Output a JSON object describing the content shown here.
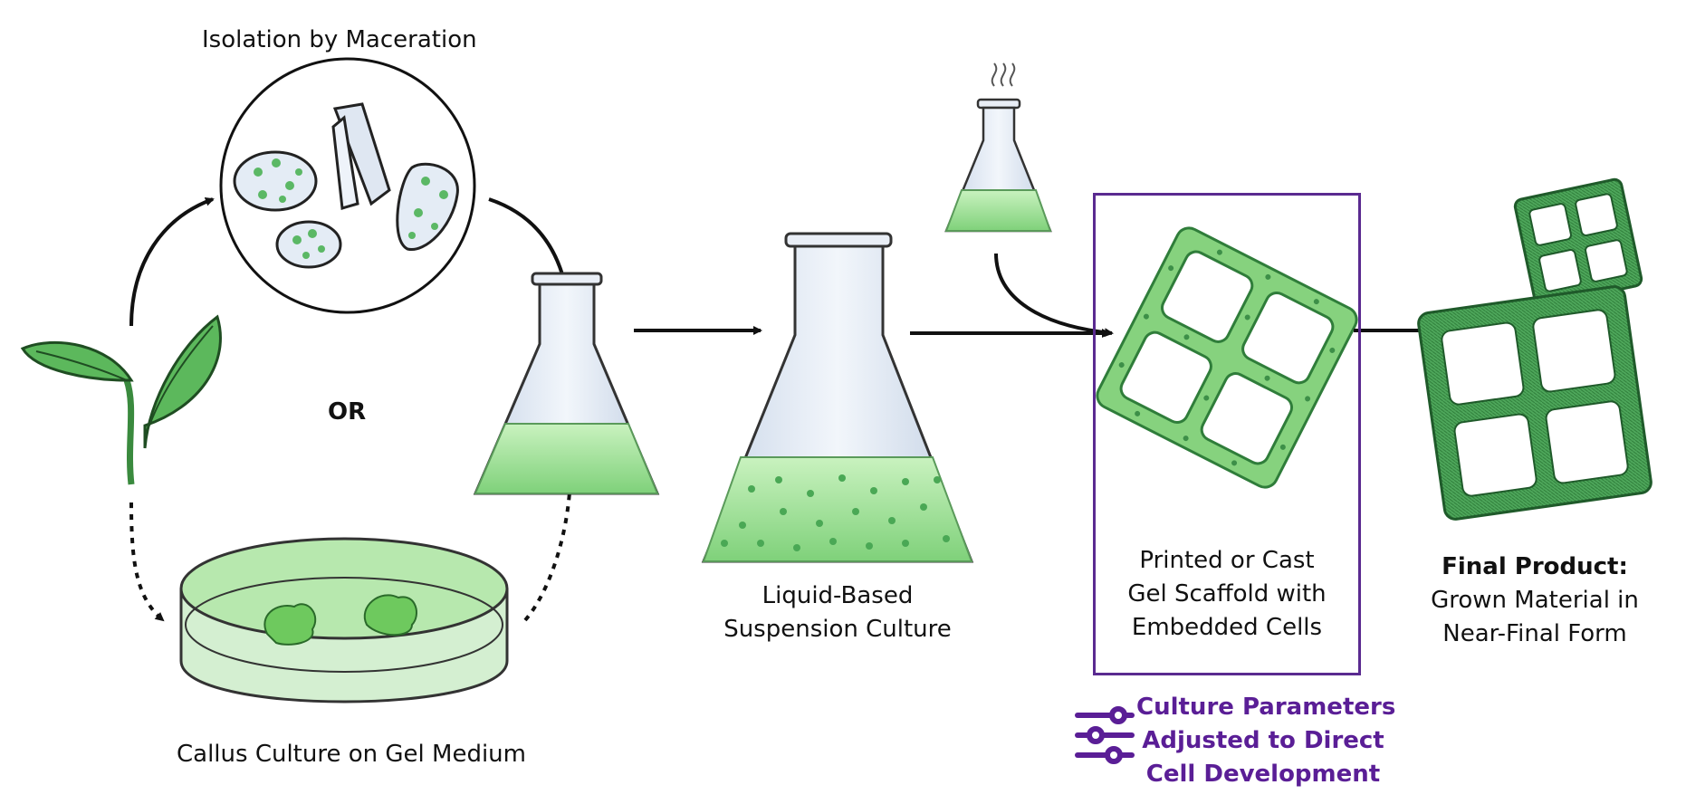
{
  "labels": {
    "isolation": "Isolation by Maceration",
    "or": "OR",
    "callus": "Callus Culture on Gel Medium",
    "suspension_line1": "Liquid-Based",
    "suspension_line2": "Suspension Culture",
    "scaffold_line1": "Printed or Cast",
    "scaffold_line2": "Gel Scaffold with",
    "scaffold_line3": "Embedded Cells",
    "final_line1": "Final Product:",
    "final_line2": "Grown Material in",
    "final_line3": "Near-Final Form",
    "params_line1": "Culture Parameters",
    "params_line2": "Adjusted to Direct",
    "params_line3": "Cell Development"
  },
  "colors": {
    "green_dark": "#2f7d3a",
    "green_mid": "#6cc46a",
    "green_light": "#b8ecae",
    "flask_glass": "#dfe8f3",
    "purple": "#5a1e96",
    "arrow": "#111111"
  },
  "icons": [
    "leaf-icon",
    "flask-icon",
    "petri-dish-icon",
    "scaffold-icon",
    "sliders-icon",
    "steam-icon"
  ]
}
